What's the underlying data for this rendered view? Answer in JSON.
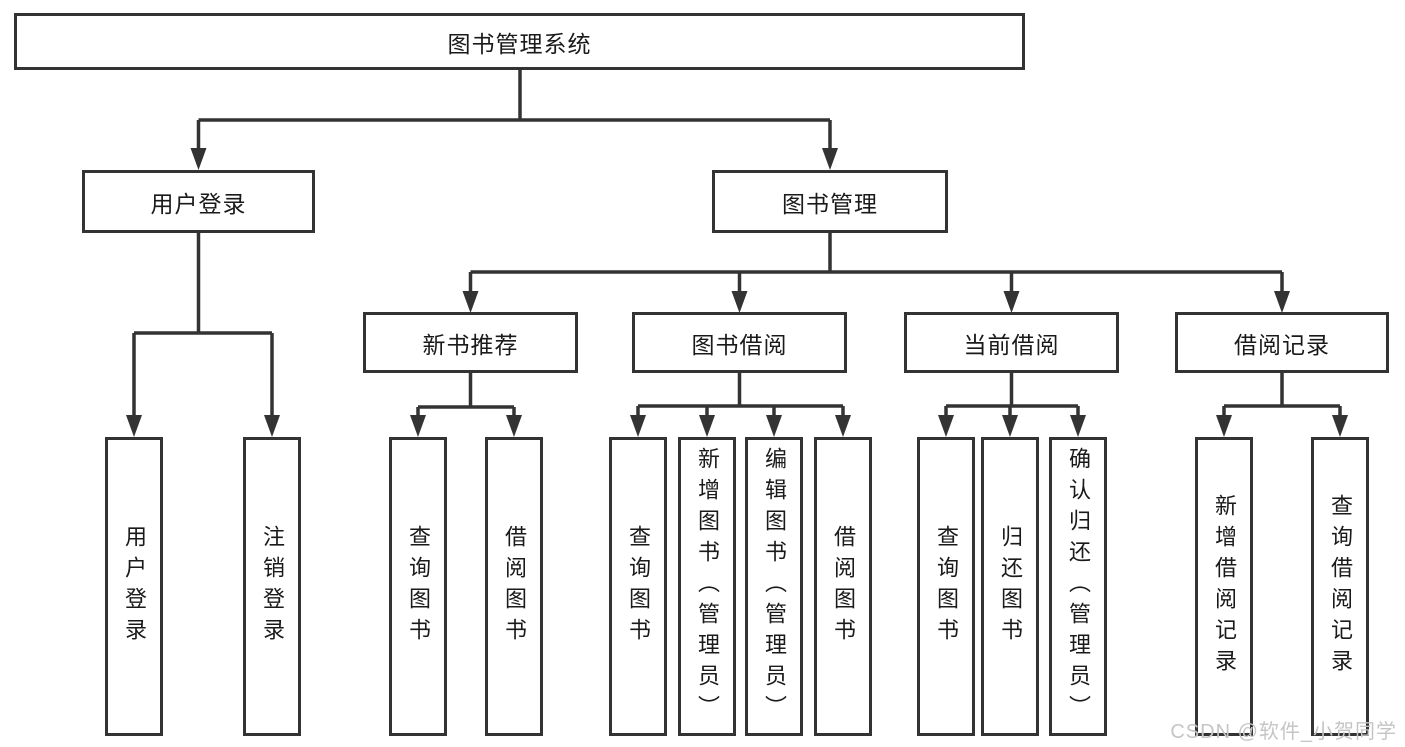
{
  "tree": {
    "label": "图书管理系统",
    "children": [
      {
        "label": "用户登录",
        "children": [
          {
            "label": "用户登录"
          },
          {
            "label": "注销登录"
          }
        ]
      },
      {
        "label": "图书管理",
        "children": [
          {
            "label": "新书推荐",
            "children": [
              {
                "label": "查询图书"
              },
              {
                "label": "借阅图书"
              }
            ]
          },
          {
            "label": "图书借阅",
            "children": [
              {
                "label": "查询图书"
              },
              {
                "label": "新增图书（管理员）"
              },
              {
                "label": "编辑图书（管理员）"
              },
              {
                "label": "借阅图书"
              }
            ]
          },
          {
            "label": "当前借阅",
            "children": [
              {
                "label": "查询图书"
              },
              {
                "label": "归还图书"
              },
              {
                "label": "确认归还（管理员）"
              }
            ]
          },
          {
            "label": "借阅记录",
            "children": [
              {
                "label": "新增借阅记录"
              },
              {
                "label": "查询借阅记录"
              }
            ]
          }
        ]
      }
    ]
  },
  "watermark": "CSDN @软件_小贺同学",
  "colors": {
    "line": "#333333",
    "text": "#1a1a1a",
    "background": "#ffffff",
    "watermark": "#c5c5c5"
  }
}
